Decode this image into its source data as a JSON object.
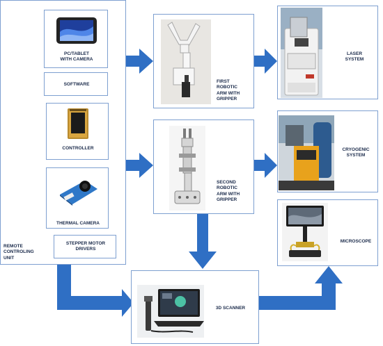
{
  "diagram": {
    "remote_unit_label": "REMOTE\nCONTROLING\nUNIT",
    "pc_tablet_label": "PC/TABLET\nWITH CAMERA",
    "software_label": "SOFTWARE",
    "controller_label": "CONTROLLER",
    "thermal_camera_label": "THERMAL CAMERA",
    "stepper_label": "STEPPER MOTOR\nDRIVERS",
    "first_arm_label": "FIRST\nROBOTIC\nARM  WITH\nGRIPPER",
    "second_arm_label": "SECOND\nROBOTIC\nARM  WITH\nGRIPPER",
    "laser_label": "LASER\nSYSTEM",
    "cryogenic_label": "CRYOGENIC\nSYSTEM",
    "microscope_label": "MICROSCOPE",
    "scanner_label": "3D SCANNER",
    "colors": {
      "border": "#7d9fd0",
      "arrow": "#2f6fc4",
      "text": "#1a2a4a"
    }
  }
}
